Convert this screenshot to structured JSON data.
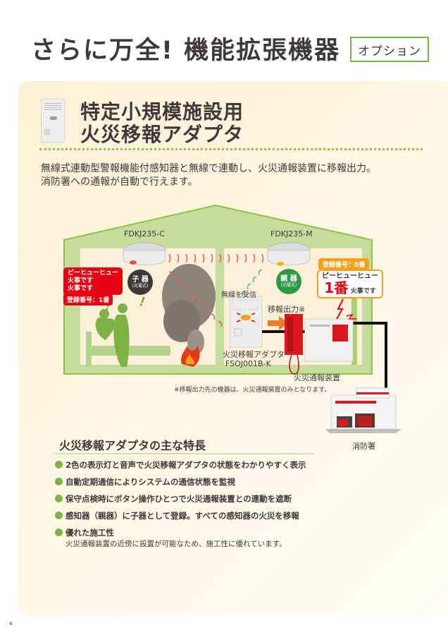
{
  "header": {
    "title": "さらに万全! 機能拡張機器",
    "badge": "オプション"
  },
  "section": {
    "title_line1": "特定小規模施設用",
    "title_line2": "火災移報アダプタ",
    "intro_line1": "無線式連動型警報機能付感知器と無線で連動し、火災通報装置に移報出力。",
    "intro_line2": "消防署への通報が自動で行えます。"
  },
  "diagram": {
    "left_room": {
      "model": "FDKJ235-C",
      "alarm_line1": "ピーヒューヒュー",
      "alarm_line2": "火事です",
      "alarm_line3": "火事です",
      "reg_number": "登録番号：1番",
      "role": "子 器",
      "role_sub": "(光電式)"
    },
    "right_room": {
      "model": "FDKJ235-M",
      "reg_number": "登録番号：0番",
      "alarm_line1": "ピーヒューヒュー",
      "alarm_big": "1番",
      "alarm_small": "火事です",
      "role": "親 器",
      "role_sub": "(光電式)",
      "wireless_label": "無線を受信",
      "output_label": "移報出力※",
      "adapter_name": "火災移報アダプタ",
      "adapter_model": "FSOJ001B-K",
      "device_label": "火災通報装置"
    },
    "fire_station_label": "消防署",
    "footnote": "※移報出力先の機器は、火災通報装置のみとなります。",
    "colors": {
      "house_green": "#c5dc9c",
      "house_outline": "#8cc63f",
      "room_fill": "#fdf0d8",
      "alert_red": "#e60012",
      "badge_orange": "#f4a21d",
      "parent_green": "#2e9a48"
    }
  },
  "features": {
    "title": "火災移報アダプタの主な特長",
    "items": [
      {
        "label": "2色の表示灯と音声で火災移報アダプタの状態をわかりやすく表示"
      },
      {
        "label": "自動定期通信によりシステムの通信状態を監視"
      },
      {
        "label": "保守点検時にボタン操作ひとつで火災通報装置との連動を遮断"
      },
      {
        "label": "感知器（親器）に子器として登録。すべての感知器の火災を移報"
      },
      {
        "label": "優れた施工性",
        "desc": "火災通報装置の近傍に設置が可能なため、施工性に優れています。"
      }
    ]
  },
  "page_number": "4"
}
